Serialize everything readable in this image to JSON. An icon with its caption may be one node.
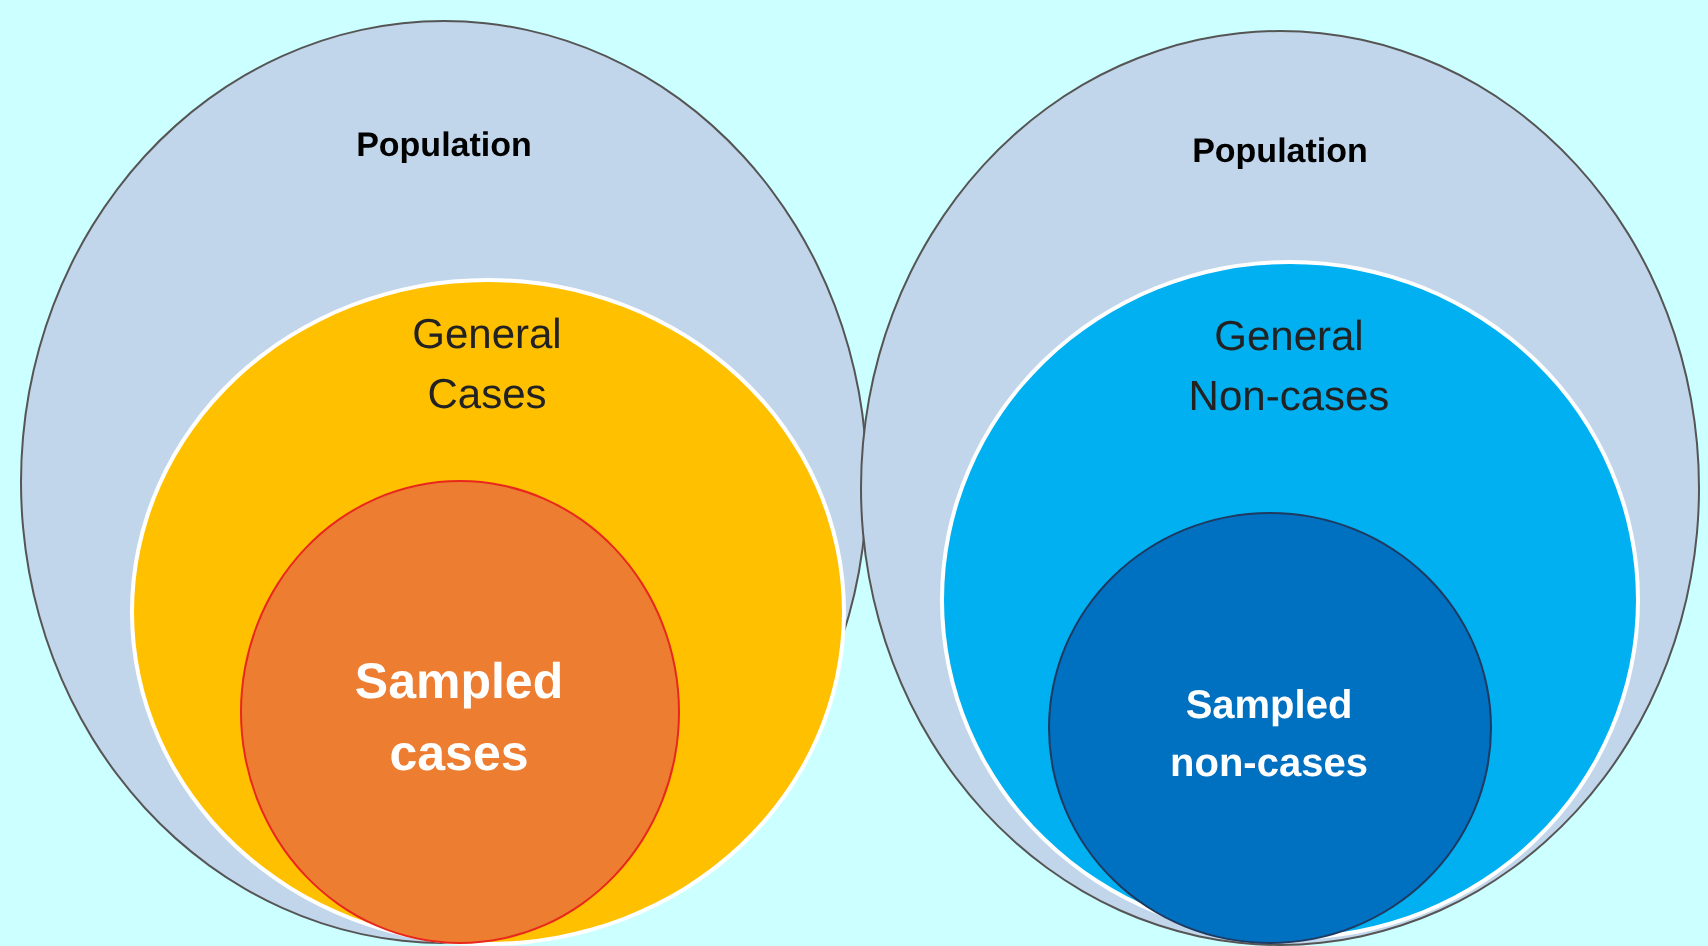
{
  "diagram": {
    "nodes": [
      {
        "text": [
          "Population"
        ]
      },
      {
        "text": [
          "General Cases"
        ],
        "in": 0
      },
      {
        "text": [
          "Sampled cases"
        ],
        "in": 1
      },
      {
        "text": [
          "Population"
        ]
      },
      {
        "text": [
          "General Non-cases"
        ],
        "in": 3
      },
      {
        "text": [
          "Sampled non-cases"
        ],
        "in": 4
      }
    ]
  }
}
